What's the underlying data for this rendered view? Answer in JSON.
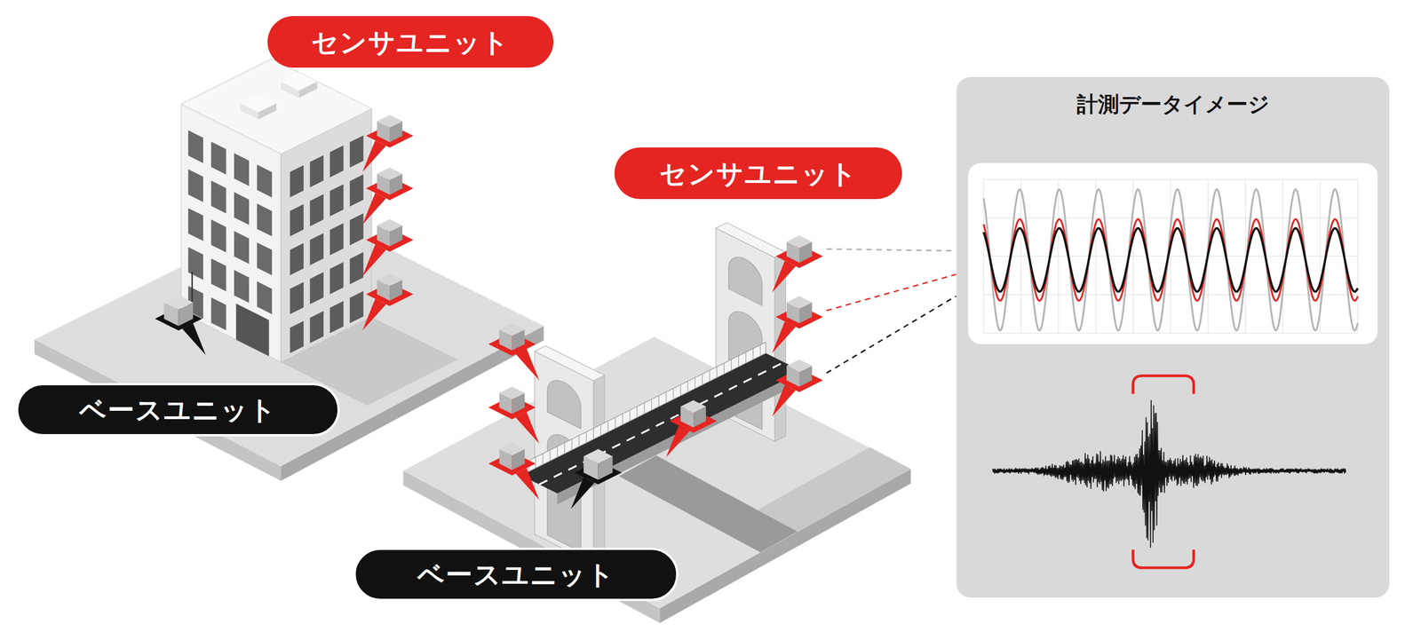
{
  "diagram": {
    "nodes": [
      {
        "text": [
          "センサユニット"
        ]
      },
      {
        "text": [
          "計測データイメージ"
        ]
      },
      {
        "text": [
          "センサユニット"
        ]
      },
      {
        "text": [
          "ベースユニット"
        ]
      },
      {
        "text": [
          "ベースユニット"
        ]
      }
    ]
  }
}
